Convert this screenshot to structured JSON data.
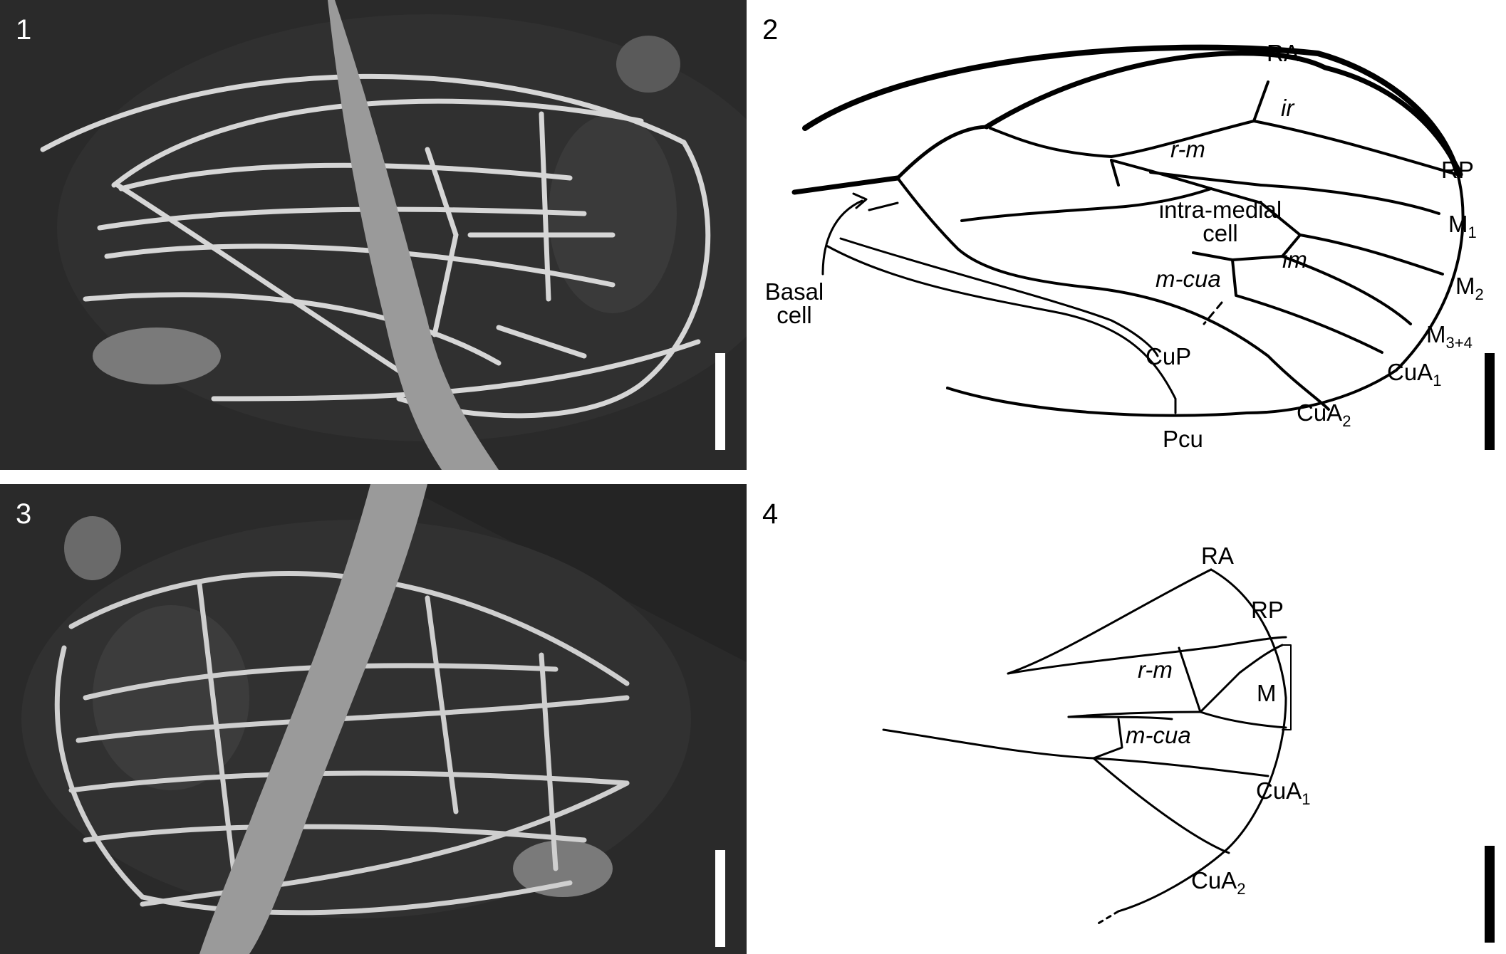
{
  "panels": {
    "p1": {
      "number": "1"
    },
    "p2": {
      "number": "2"
    },
    "p3": {
      "number": "3"
    },
    "p4": {
      "number": "4"
    }
  },
  "fig2_labels": {
    "ra": "RA",
    "ir": "ir",
    "rp": "RP",
    "rm": "r-m",
    "intra_medial_cell": "intra-medial\ncell",
    "m1": "M",
    "m1_sub": "1",
    "im": "im",
    "m2": "M",
    "m2_sub": "2",
    "m_cua": "m-cua",
    "m34": "M",
    "m34_sub": "3+4",
    "basal_cell": "Basal\ncell",
    "cup": "CuP",
    "cua1": "CuA",
    "cua1_sub": "1",
    "cua2": "CuA",
    "cua2_sub": "2",
    "pcu": "Pcu"
  },
  "fig4_labels": {
    "ra": "RA",
    "rp": "RP",
    "rm": "r-m",
    "m": "M",
    "m_cua": "m-cua",
    "cua1": "CuA",
    "cua1_sub": "1",
    "cua2": "CuA",
    "cua2_sub": "2"
  },
  "colors": {
    "photo_bg": "#2b2b2b",
    "vein_photo": "#d9d9d9",
    "ink": "#000000"
  }
}
